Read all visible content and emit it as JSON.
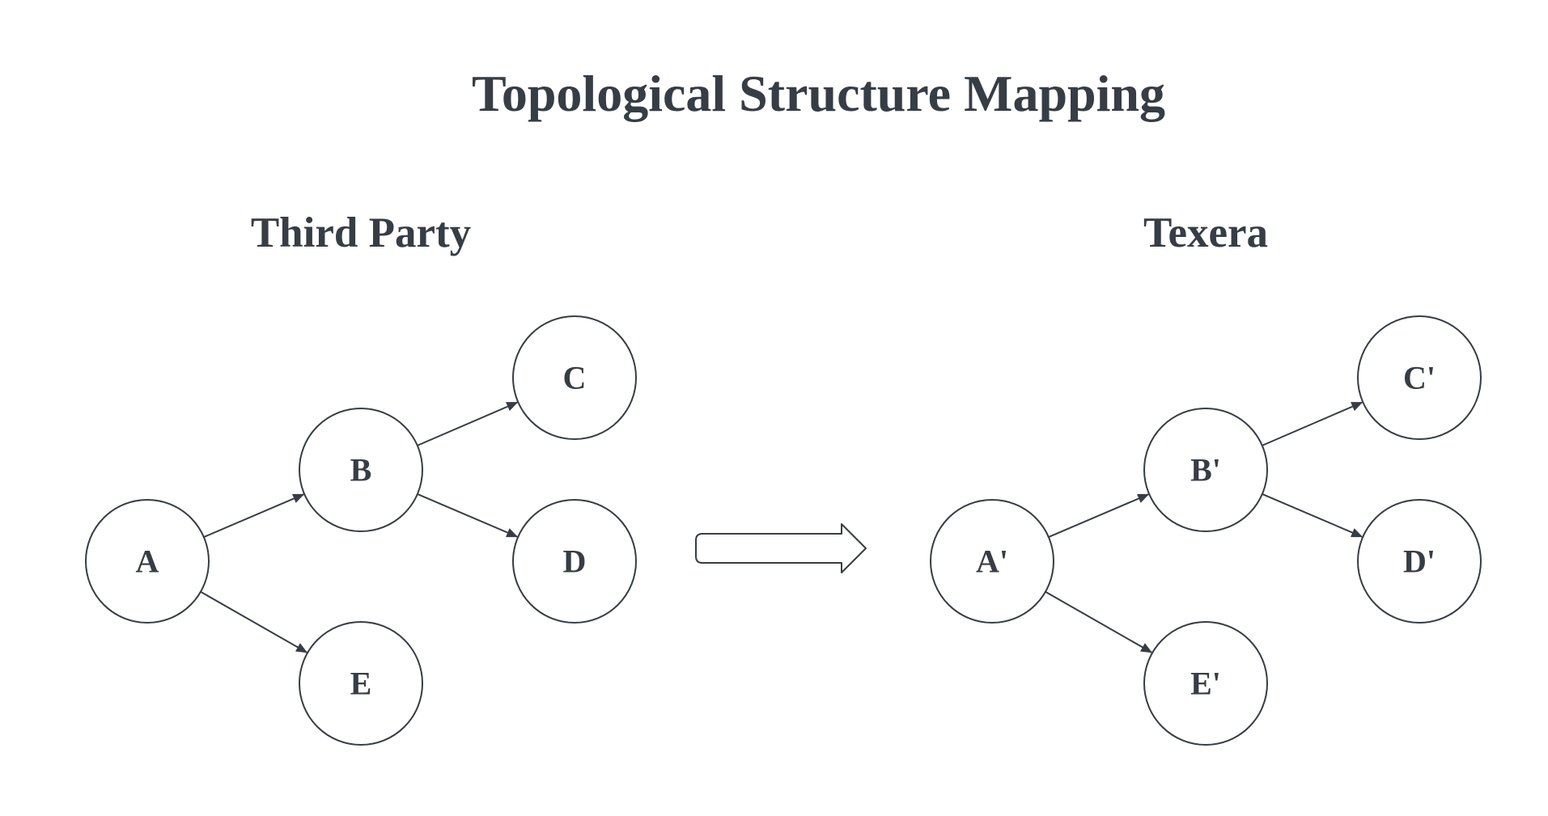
{
  "title": "Topological Structure Mapping",
  "left_panel": {
    "heading": "Third Party",
    "nodes": [
      {
        "id": "A",
        "label": "A"
      },
      {
        "id": "B",
        "label": "B"
      },
      {
        "id": "C",
        "label": "C"
      },
      {
        "id": "D",
        "label": "D"
      },
      {
        "id": "E",
        "label": "E"
      }
    ],
    "edges": [
      {
        "from": "A",
        "to": "B"
      },
      {
        "from": "A",
        "to": "E"
      },
      {
        "from": "B",
        "to": "C"
      },
      {
        "from": "B",
        "to": "D"
      }
    ]
  },
  "right_panel": {
    "heading": "Texera",
    "nodes": [
      {
        "id": "A",
        "label": "A'"
      },
      {
        "id": "B",
        "label": "B'"
      },
      {
        "id": "C",
        "label": "C'"
      },
      {
        "id": "D",
        "label": "D'"
      },
      {
        "id": "E",
        "label": "E'"
      }
    ],
    "edges": [
      {
        "from": "A",
        "to": "B"
      },
      {
        "from": "A",
        "to": "E"
      },
      {
        "from": "B",
        "to": "C"
      },
      {
        "from": "B",
        "to": "D"
      }
    ]
  },
  "colors": {
    "text": "#373d45",
    "stroke": "#373d45",
    "node_fill": "#ffffff"
  }
}
